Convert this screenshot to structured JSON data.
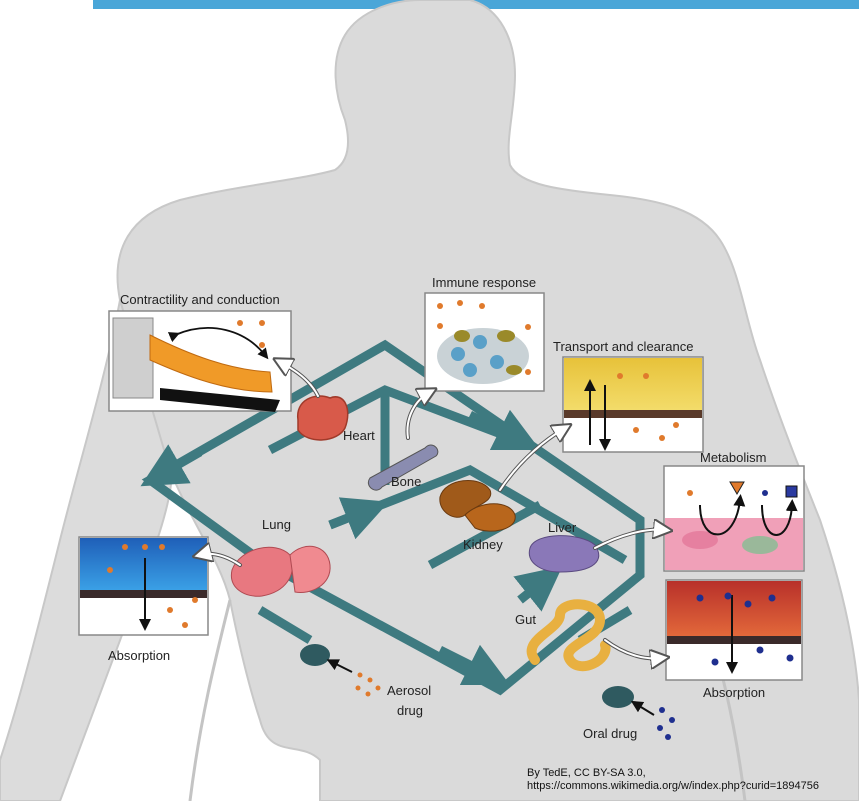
{
  "labels": {
    "contractility": "Contractility and conduction",
    "immune": "Immune response",
    "transport": "Transport and clearance",
    "metabolism": "Metabolism",
    "heart": "Heart",
    "bone": "Bone",
    "lung": "Lung",
    "kidney": "Kidney",
    "liver": "Liver",
    "gut": "Gut",
    "absorption_left": "Absorption",
    "absorption_right": "Absorption",
    "aerosol_line1": "Aerosol",
    "aerosol_line2": "drug",
    "oral": "Oral drug"
  },
  "credit": {
    "line1": "By TedE, CC BY-SA 3.0,",
    "line2": "https://commons.wikimedia.org/w/index.php?curid=1894756"
  },
  "colors": {
    "accent_bar": "#4aa6d8",
    "circuit": "#3e7a80",
    "body_fill": "#dadada",
    "orange_dot": "#e07a2c",
    "blue_dot": "#1f2f8f"
  }
}
